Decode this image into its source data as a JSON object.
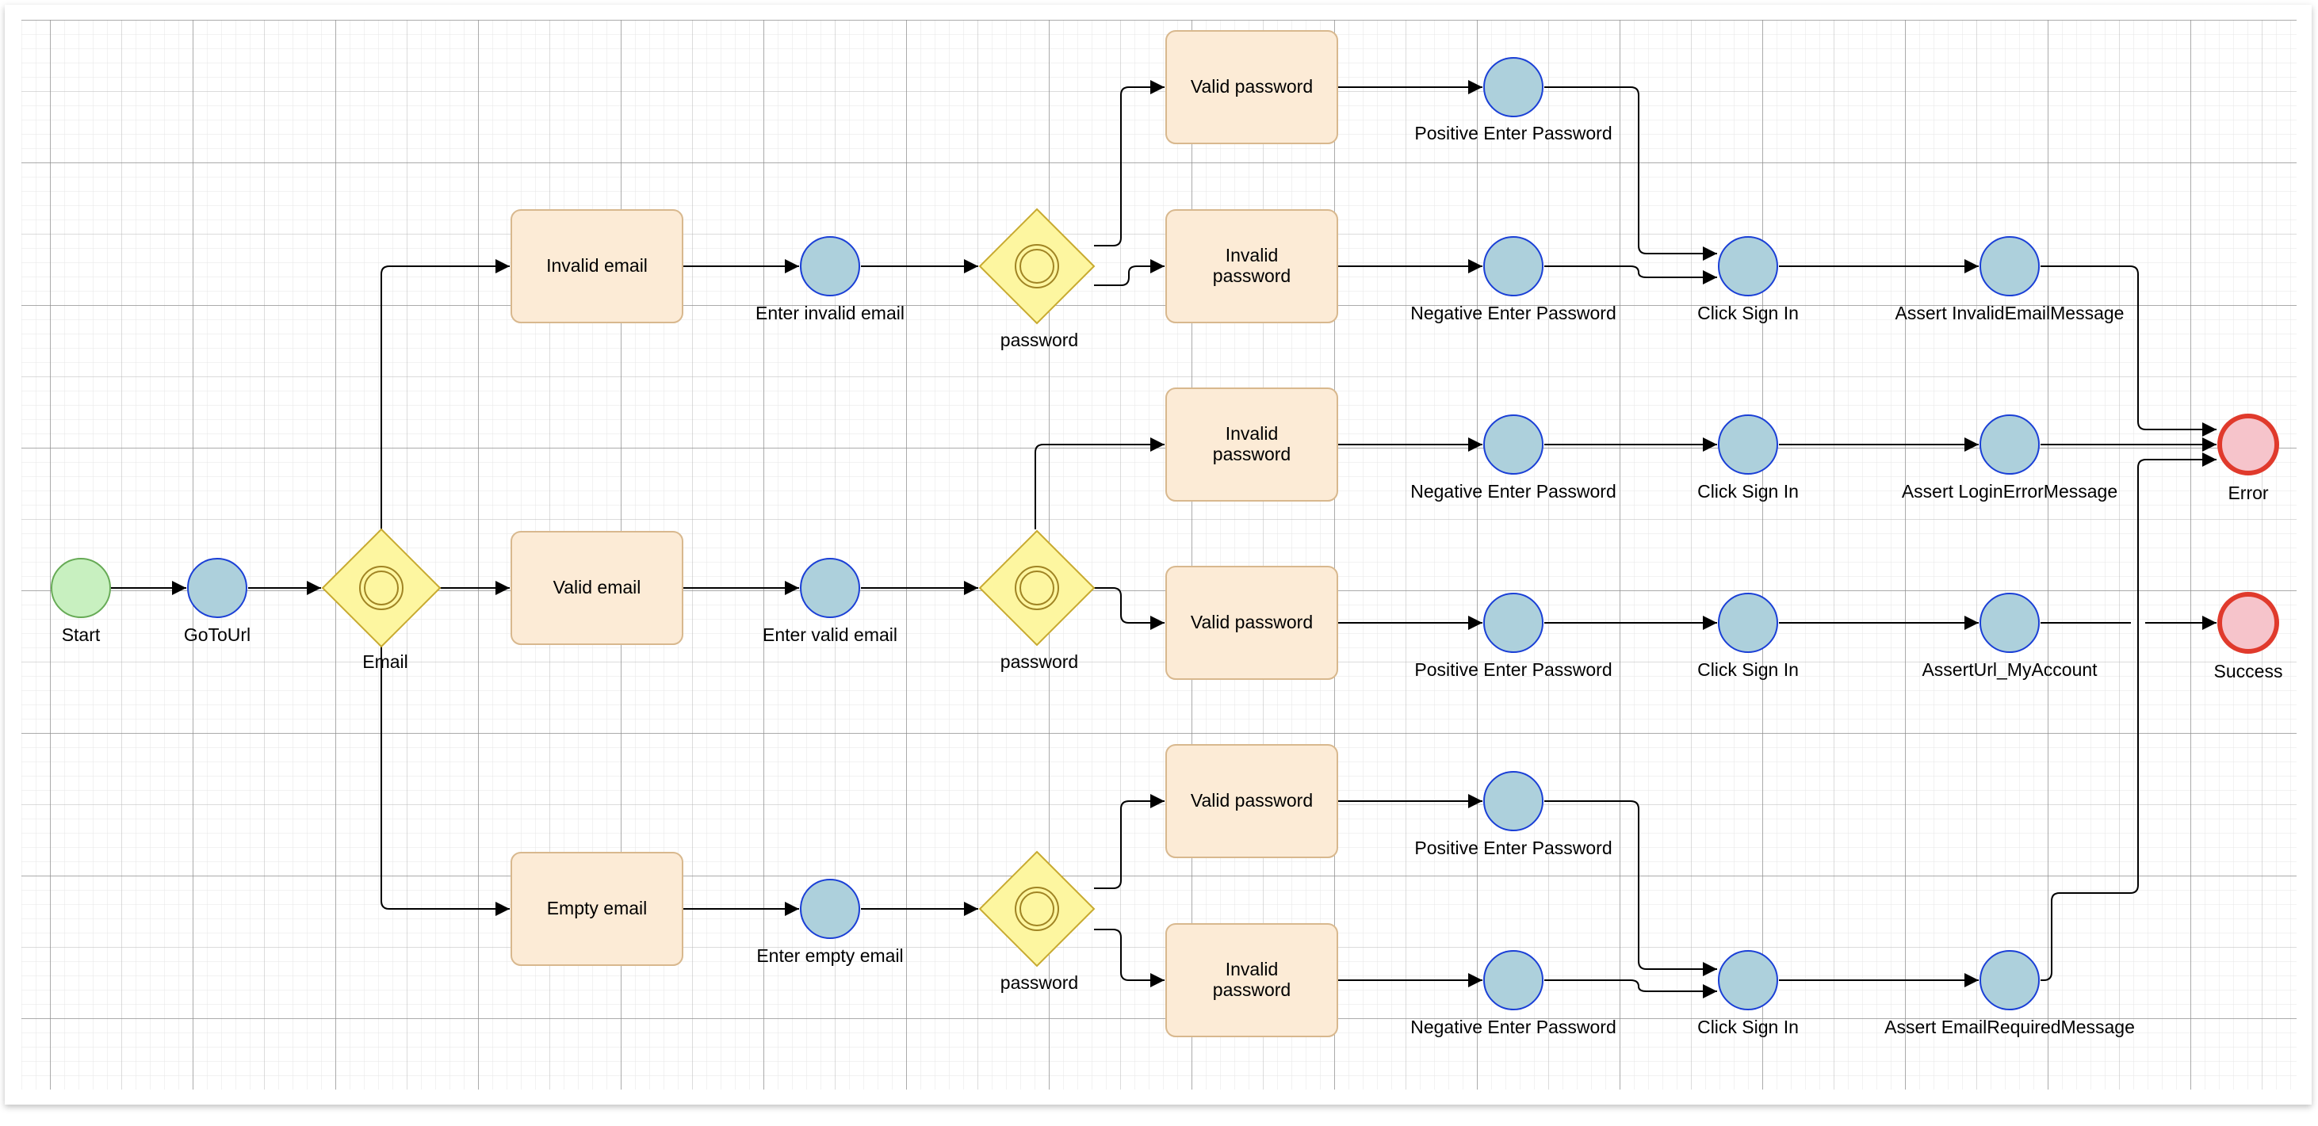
{
  "diagram": {
    "colors": {
      "start_fill": "#c8f0c0",
      "start_stroke": "#66aa55",
      "task_fill": "#add0dc",
      "task_stroke": "#1a3fd6",
      "gateway_fill": "#fdf6a0",
      "gateway_stroke": "#c8aa30",
      "box_fill": "#fcebd6",
      "box_stroke": "#d8b88e",
      "end_fill": "#f6c4cb",
      "end_stroke": "#e03a2c",
      "edge": "#000000"
    },
    "labels": {
      "start": "Start",
      "go_to_url": "GoToUrl",
      "email_gateway": "Email",
      "invalid_email": "Invalid email",
      "valid_email": "Valid email",
      "empty_email": "Empty email",
      "enter_invalid_email": "Enter invalid email",
      "enter_valid_email": "Enter valid email",
      "enter_empty_email": "Enter empty email",
      "password_gateway_1": "password",
      "password_gateway_2": "password",
      "password_gateway_3": "password",
      "valid_password": "Valid password",
      "invalid_password_line1": "Invalid",
      "invalid_password_line2": "password",
      "positive_enter_password": "Positive Enter Password",
      "negative_enter_password": "Negative Enter Password",
      "click_sign_in": "Click Sign In",
      "assert_invalid_email_message": "Assert InvalidEmailMessage",
      "assert_login_error_message": "Assert LoginErrorMessage",
      "assert_url_my_account": "AssertUrl_MyAccount",
      "assert_email_required_message": "Assert EmailRequiredMessage",
      "error": "Error",
      "success": "Success"
    }
  }
}
